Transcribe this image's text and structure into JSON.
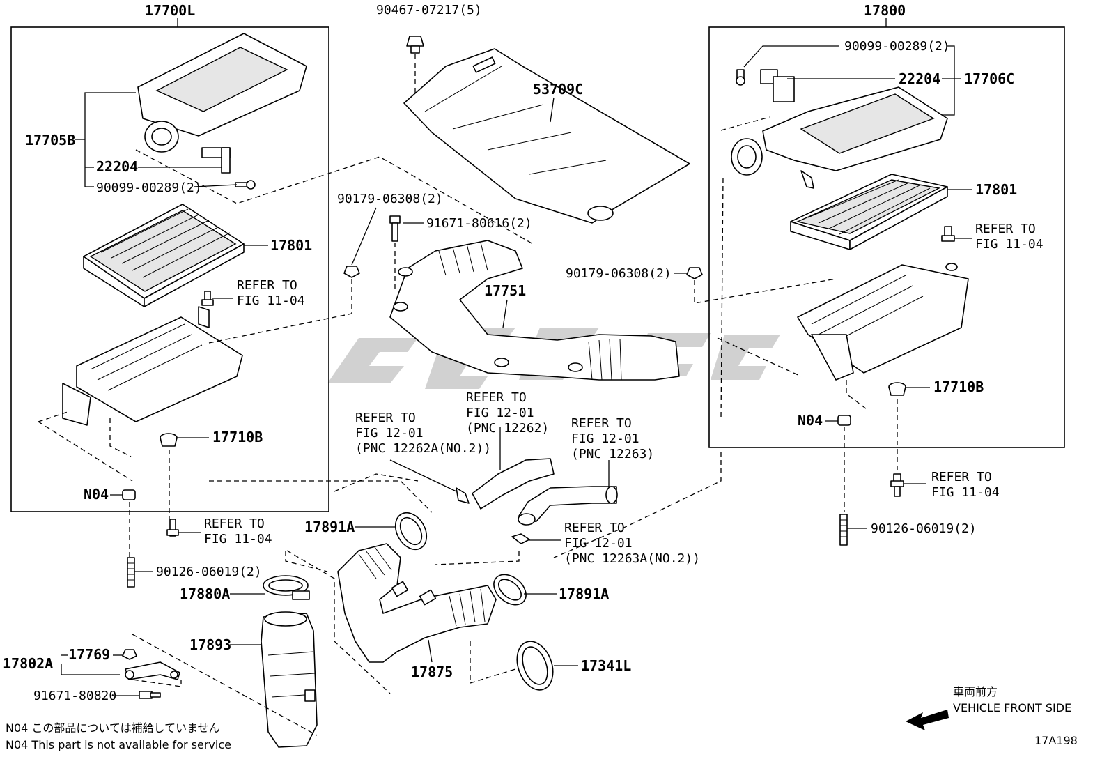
{
  "groups": {
    "left_assembly": "17700L",
    "right_assembly": "17800"
  },
  "labels": {
    "p17705B": "17705B",
    "p22204_l": "22204",
    "p90099_l": "90099-00289(2)",
    "p17801_l": "17801",
    "refer_l1": "REFER TO",
    "refer_l1b": "FIG 11-04",
    "p17710B_l": "17710B",
    "n04_l": "N04",
    "refer_l2": "REFER TO",
    "refer_l2b": "FIG 11-04",
    "p90126_l": "90126-06019(2)",
    "p90467": "90467-07217(5)",
    "p53709C": "53709C",
    "p90179_l": "90179-06308(2)",
    "p91671_616": "91671-80616(2)",
    "p17751": "17751",
    "p90179_r": "90179-06308(2)",
    "p90099_r": "90099-00289(2)",
    "p22204_r": "22204",
    "p17706C": "17706C",
    "p17801_r": "17801",
    "refer_r1": "REFER TO",
    "refer_r1b": "FIG 11-04",
    "p17710B_r": "17710B",
    "n04_r": "N04",
    "refer_r2": "REFER TO",
    "refer_r2b": "FIG 11-04",
    "p90126_r": "90126-06019(2)",
    "ref12_a1": "REFER TO",
    "ref12_a2": "FIG 12-01",
    "ref12_a3": "(PNC 12262A(NO.2))",
    "ref12_b1": "REFER TO",
    "ref12_b2": "FIG 12-01",
    "ref12_b3": "(PNC 12262)",
    "ref12_c1": "REFER TO",
    "ref12_c2": "FIG 12-01",
    "ref12_c3": "(PNC 12263)",
    "ref12_d1": "REFER TO",
    "ref12_d2": "FIG 12-01",
    "ref12_d3": "(PNC 12263A(NO.2))",
    "p17891A_l": "17891A",
    "p17891A_r": "17891A",
    "p17880A": "17880A",
    "p17893": "17893",
    "p17875": "17875",
    "p17341L": "17341L",
    "p17802A": "17802A",
    "p17769": "17769",
    "p91671_820": "91671-80820"
  },
  "notes": {
    "n04_jp": "N04  この部品については補給していません",
    "n04_en": "N04  This part is not available for service"
  },
  "direction": {
    "jp": "車両前方",
    "en": "VEHICLE FRONT SIDE"
  },
  "figure_id": "17A198"
}
